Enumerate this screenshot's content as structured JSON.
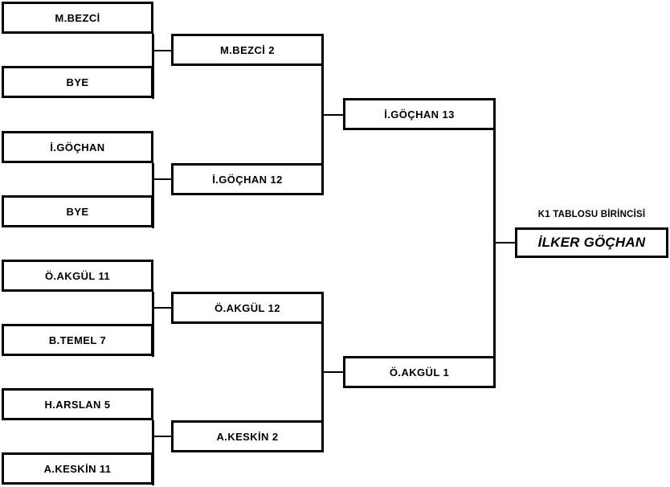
{
  "diagram": {
    "title_label": "K1 TABLOSU BİRİNCİSİ",
    "champion": "İLKER GÖÇHAN",
    "colors": {
      "line": "#000000",
      "box_fill": "#ffffff",
      "text": "#000000",
      "background": "#ffffff"
    }
  },
  "rounds": [
    {
      "name": "round-1",
      "slots": [
        {
          "label": "M.BEZCİ"
        },
        {
          "label": "BYE"
        },
        {
          "label": "İ.GÖÇHAN"
        },
        {
          "label": "BYE"
        },
        {
          "label": "Ö.AKGÜL  11"
        },
        {
          "label": "B.TEMEL  7"
        },
        {
          "label": "H.ARSLAN  5"
        },
        {
          "label": "A.KESKİN  11"
        }
      ]
    },
    {
      "name": "round-2",
      "slots": [
        {
          "label": "M.BEZCİ  2"
        },
        {
          "label": "İ.GÖÇHAN  12"
        },
        {
          "label": "Ö.AKGÜL  12"
        },
        {
          "label": "A.KESKİN  2"
        }
      ]
    },
    {
      "name": "round-3",
      "slots": [
        {
          "label": "İ.GÖÇHAN  13"
        },
        {
          "label": "Ö.AKGÜL  1"
        }
      ]
    }
  ]
}
